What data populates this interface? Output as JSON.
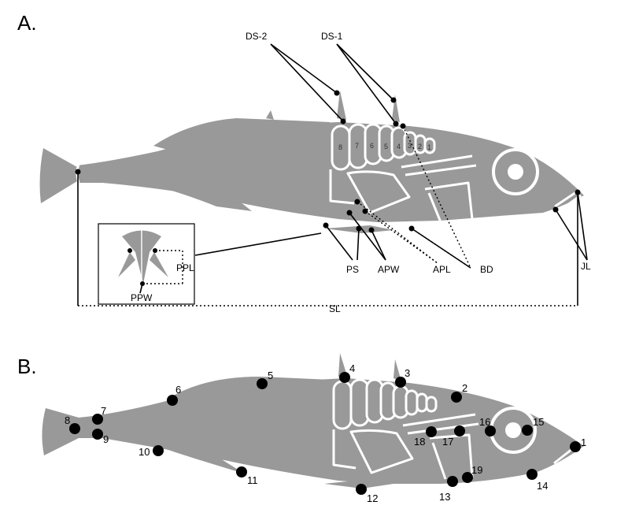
{
  "panel_a": {
    "letter": "A.",
    "labels": {
      "ds2": "DS-2",
      "ds1": "DS-1",
      "ps": "PS",
      "apw": "APW",
      "apl": "APL",
      "bd": "BD",
      "jl": "JL",
      "sl": "SL",
      "ppl": "PPL",
      "ppw": "PPW"
    },
    "plate_numbers": [
      "8",
      "7",
      "6",
      "5",
      "4",
      "3",
      "2",
      "1"
    ]
  },
  "panel_b": {
    "letter": "B.",
    "landmarks": [
      "1",
      "2",
      "3",
      "4",
      "5",
      "6",
      "7",
      "8",
      "9",
      "10",
      "11",
      "12",
      "13",
      "14",
      "15",
      "16",
      "17",
      "18",
      "19"
    ]
  },
  "colors": {
    "fish_body": "#999999",
    "bone_lines": "#ffffff",
    "markers": "#000000"
  }
}
